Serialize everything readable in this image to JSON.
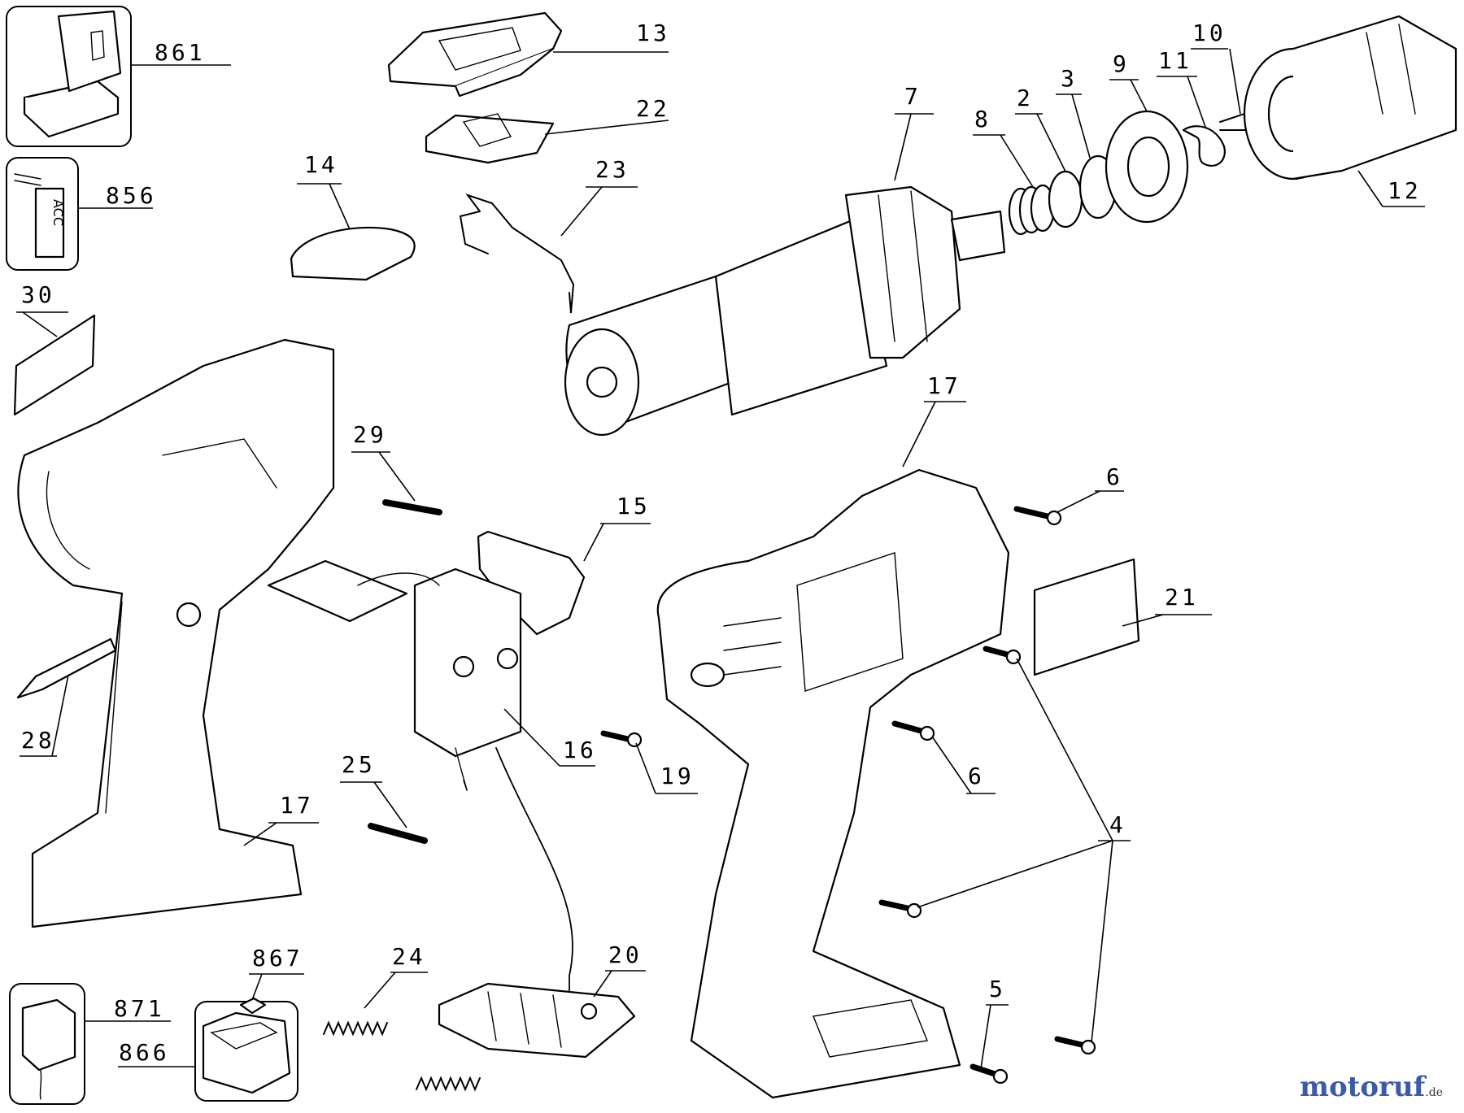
{
  "diagram": {
    "part_numbers": {
      "p861": "861",
      "p856": "856",
      "p13": "13",
      "p22": "22",
      "p14": "14",
      "p23": "23",
      "p7": "7",
      "p8": "8",
      "p2": "2",
      "p3": "3",
      "p9": "9",
      "p11": "11",
      "p10": "10",
      "p12": "12",
      "p30": "30",
      "p29": "29",
      "p17a": "17",
      "p17b": "17",
      "p6a": "6",
      "p15": "15",
      "p21": "21",
      "p28": "28",
      "p16": "16",
      "p19": "19",
      "p6b": "6",
      "p25": "25",
      "p4": "4",
      "p867": "867",
      "p24": "24",
      "p20": "20",
      "p871": "871",
      "p866": "866",
      "p5": "5"
    },
    "acc_label": "ACC",
    "watermark": {
      "brand": "motoruf",
      "tld": ".de"
    }
  },
  "colors": {
    "line": "#000000",
    "background": "#ffffff",
    "brand": "#3b5aa8"
  }
}
